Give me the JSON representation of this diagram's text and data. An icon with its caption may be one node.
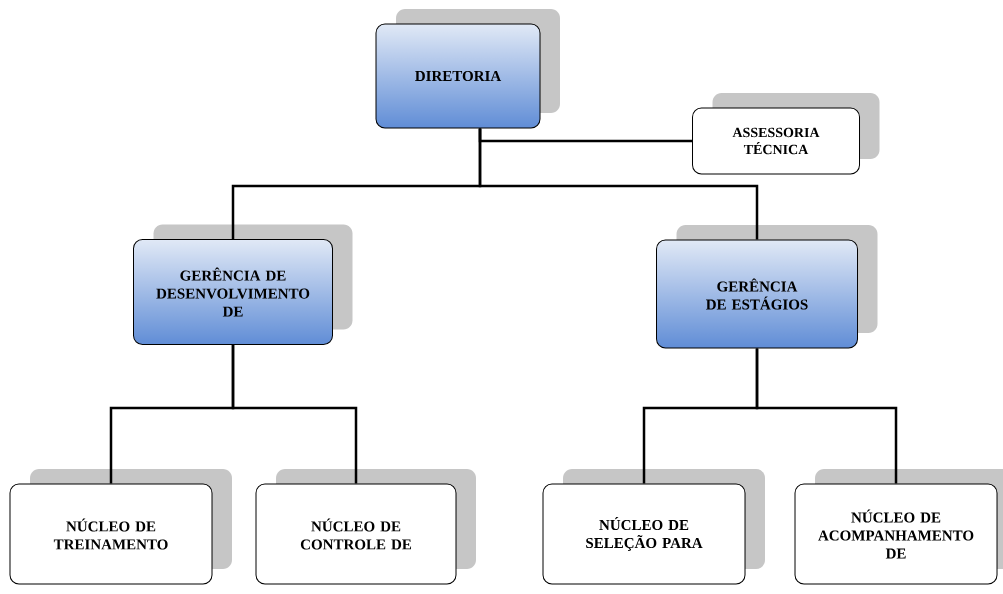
{
  "diagram": {
    "nodes": [
      {
        "text": [
          "DIRETORIA"
        ]
      },
      {
        "text": [
          "ASSESSORIA TÉCNICA"
        ]
      },
      {
        "text": [
          "GERÊNCIA DE DESENVOLVIMENTO DE"
        ]
      },
      {
        "text": [
          "GERÊNCIA DE ESTÁGIOS"
        ]
      },
      {
        "text": [
          "NÚCLEO DE TREINAMENTO"
        ]
      },
      {
        "text": [
          "NÚCLEO DE CONTROLE DE"
        ]
      },
      {
        "text": [
          "NÚCLEO DE SELEÇÃO PARA"
        ]
      },
      {
        "text": [
          "NÚCLEO DE ACOMPANHAMENTO DE"
        ]
      }
    ],
    "edges": [
      {
        "from": 0,
        "to": 1,
        "arrow": "none"
      },
      {
        "from": 0,
        "to": 2,
        "arrow": "none"
      },
      {
        "from": 0,
        "to": 3,
        "arrow": "none"
      },
      {
        "from": 2,
        "to": 4,
        "arrow": "none"
      },
      {
        "from": 2,
        "to": 5,
        "arrow": "none"
      },
      {
        "from": 3,
        "to": 6,
        "arrow": "none"
      },
      {
        "from": 3,
        "to": 7,
        "arrow": "none"
      }
    ]
  }
}
